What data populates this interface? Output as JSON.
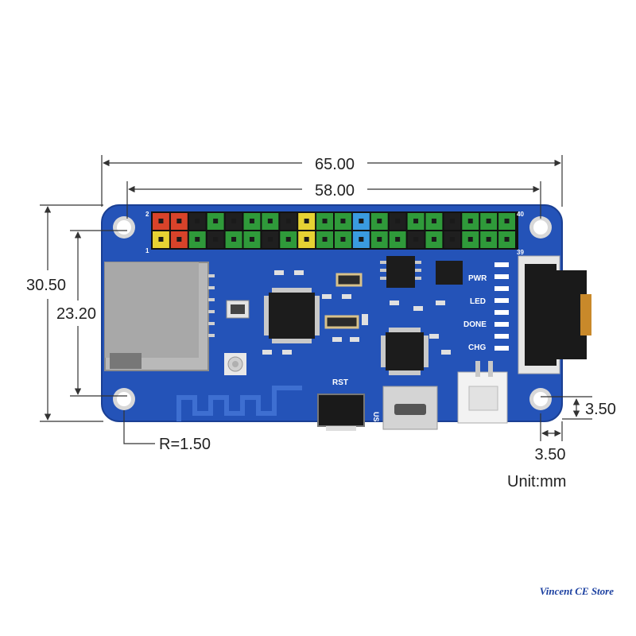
{
  "dimensions": {
    "total_width": "65.00",
    "header_width": "58.00",
    "board_height": "30.50",
    "card_height": "23.20",
    "hole_radius": "R=1.50",
    "edge_offset_y": "3.50",
    "edge_offset_x": "3.50",
    "unit": "Unit:mm"
  },
  "silkscreen": {
    "pin_top_left": "2",
    "pin_bottom_left": "1",
    "pin_top_right": "40",
    "pin_bottom_right": "39",
    "rst": "RST",
    "usb": "USB",
    "pwr": "PWR",
    "led": "LED",
    "done": "DONE",
    "chg": "CHG",
    "plus": "+"
  },
  "store_name": "Vincent CE Store",
  "colors": {
    "pcb": "#2453b8",
    "pcb_edge": "#1a3f93",
    "dimension_line": "#333333"
  }
}
